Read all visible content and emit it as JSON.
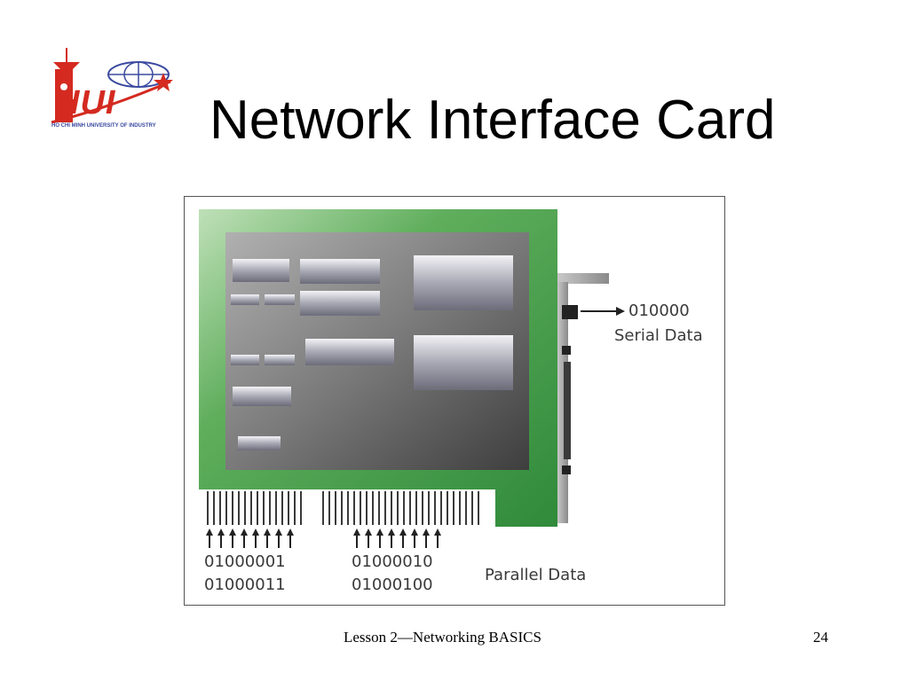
{
  "slide": {
    "title": "Network Interface Card",
    "footer": "Lesson 2—Networking BASICS",
    "page_number": "24"
  },
  "logo": {
    "letters": "HUI",
    "caption": "HO CHI MINH UNIVERSITY OF INDUSTRY",
    "colors": {
      "red": "#d42a20",
      "blue": "#3a4aa0"
    }
  },
  "figure": {
    "serial_bits": "010000",
    "serial_label": "Serial Data",
    "parallel_bytes_left": [
      "01000001",
      "01000011"
    ],
    "parallel_bytes_right": [
      "01000010",
      "01000100"
    ],
    "parallel_label": "Parallel Data",
    "colors": {
      "board": "#3e9a48",
      "bracket": "#9a9a9a",
      "chip": "#8a8a96"
    }
  }
}
